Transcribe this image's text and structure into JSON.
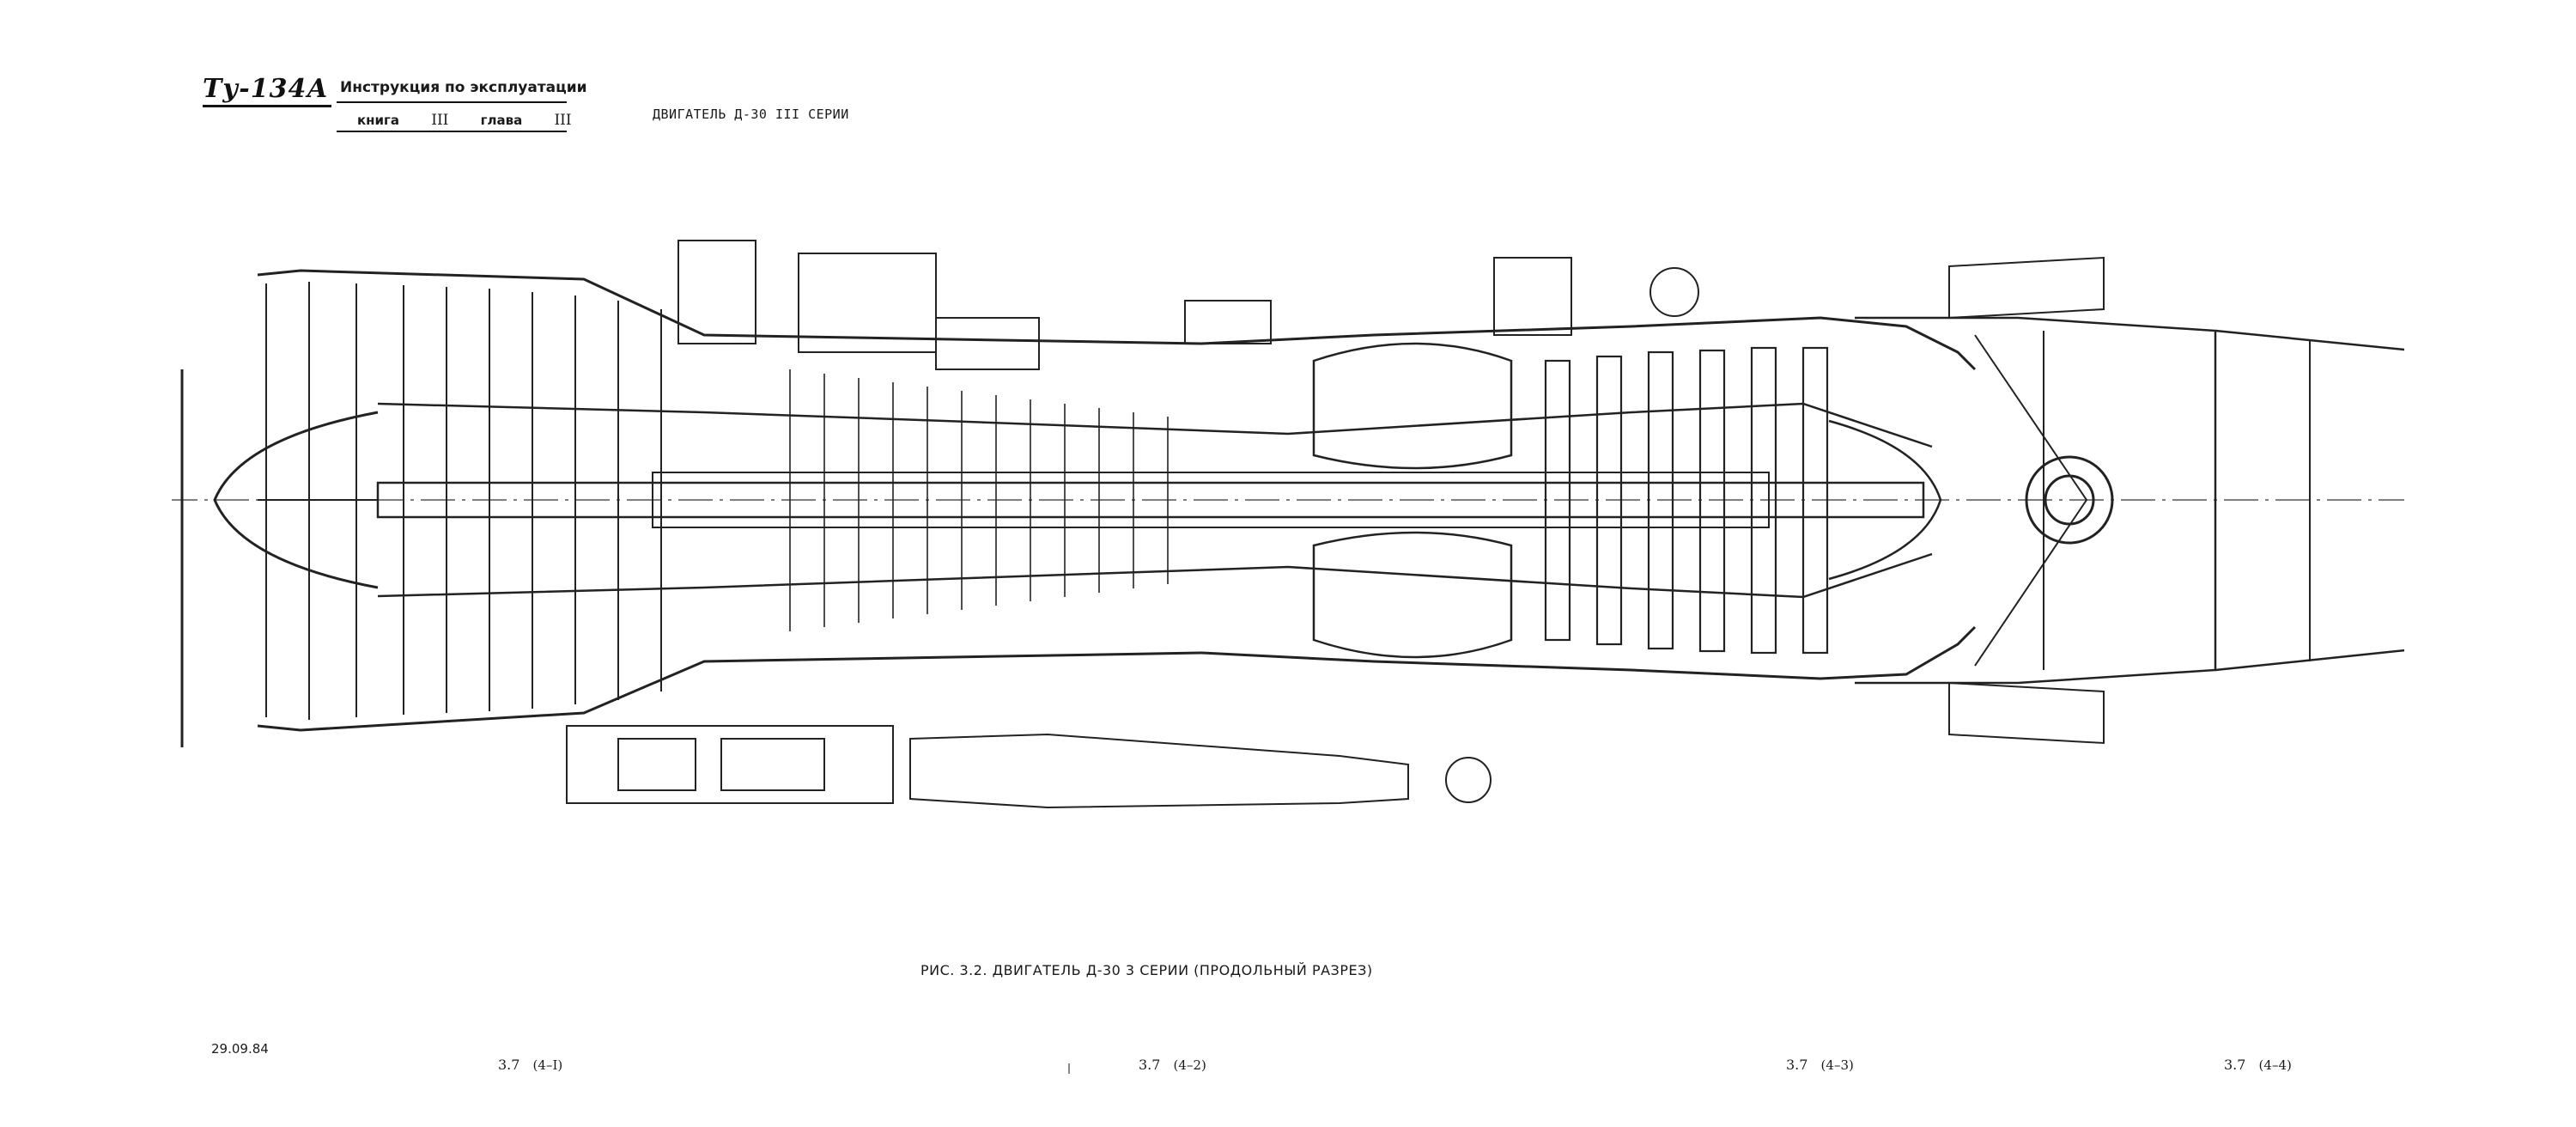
{
  "header": {
    "logo": "Ту-134А",
    "manual_title": "Инструкция по эксплуатации",
    "book_label": "книга",
    "book_number": "III",
    "chapter_label": "глава",
    "chapter_number": "III",
    "section_heading": "ДВИГАТЕЛЬ Д-30 III СЕРИИ"
  },
  "figure": {
    "caption": "РИС. 3.2. ДВИГАТЕЛЬ Д-30 3 СЕРИИ (ПРОДОЛЬНЫЙ РАЗРЕЗ)"
  },
  "footer": {
    "date": "29.09.84",
    "pages": [
      {
        "number": "3.7",
        "sub": "(4–I)"
      },
      {
        "number": "3.7",
        "sub": "(4–2)"
      },
      {
        "number": "3.7",
        "sub": "(4–3)"
      },
      {
        "number": "3.7",
        "sub": "(4–4)"
      }
    ]
  }
}
